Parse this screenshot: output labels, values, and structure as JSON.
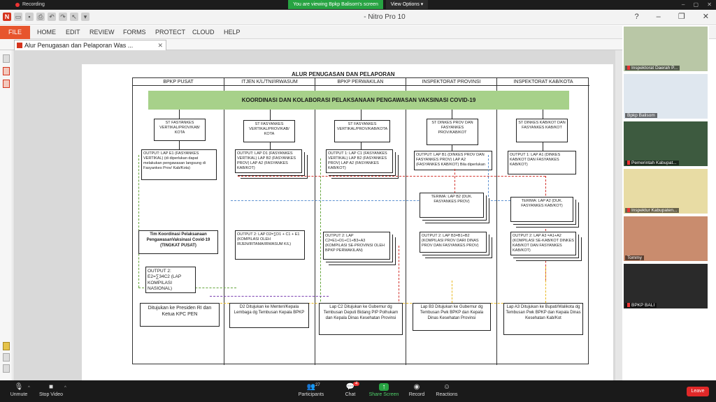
{
  "zoom": {
    "recording": "Recording",
    "banner": "You are viewing Bpkp Balisom's screen",
    "view_options": "View Options ▾",
    "toolbar": {
      "unmute": "Unmute",
      "stop_video": "Stop Video",
      "participants": "Participants",
      "participants_count": "27",
      "chat": "Chat",
      "chat_badge": "4",
      "share_screen": "Share Screen",
      "record": "Record",
      "reactions": "Reactions",
      "leave": "Leave"
    },
    "participants_panel": [
      {
        "name": "Inspektorat Daerah P..."
      },
      {
        "name": "Bpkp Balisom"
      },
      {
        "name": "Pemerintah Kabupat..."
      },
      {
        "name": "Inspektur Kabupaten..."
      },
      {
        "name": "Tommy"
      },
      {
        "name": "BPKP BALI"
      }
    ]
  },
  "app": {
    "title": "- Nitro Pro 10",
    "ribbon": {
      "file": "FILE",
      "tabs": [
        "HOME",
        "EDIT",
        "REVIEW",
        "FORMS",
        "PROTECT",
        "CLOUD",
        "HELP"
      ]
    },
    "doc_tab": "Alur Penugasan dan Pelaporan Was ..."
  },
  "diagram": {
    "title": "ALUR PENUGASAN DAN PELAPORAN",
    "columns": [
      "BPKP PUSAT",
      "ITJEN K/L/TNI/IRWASUM",
      "BPKP PERWAKILAN",
      "INSPEKTORAT PROVINSI",
      "INSPEKTORAT KAB/KOTA"
    ],
    "banner": "KOORDINASI DAN KOLABORASI PELAKSANAAN PENGAWASAN VAKSINASI COVID-19",
    "st": [
      "ST FASYANKES VERTIKAL/PROV/KAB/ KOTA",
      "ST FASYANKES VERTIKAL/PROV/KAB/ KOTA",
      "ST FASYANKES VERTIKAL/PROV/KAB/KOTA",
      "ST DINKES PROV DAN FASYANKES PROV/KAB/KOT",
      "ST DINKES KAB/KOT DAN FASYANKES KAB/KOT"
    ],
    "output1": [
      "OUTPUT: LAP E1 (FASYANKES VERTIKAL) (di diperlukan dapat melakukan pengawasan langsung di Fasyankes Prov/ Kab/Kota)",
      "OUTPUT: LAP D1 (FASYANKES VERTIKAL) LAP B2 (FASYANKES PROV) LAP A2 (FASYANKES KAB/KOT)",
      "OUTPUT 1: LAP C1 (FASYANKES VERTIKAL) LAP B2 (FASYANKES PROV) LAP A2 (FASYANKES KAB/KOT)",
      "OUTPUT: LAP B1 (DINKES PROV DAN FASYANKES PROV) LAP A2 (FASYANKES KAB/KOT) Bila diperlukan",
      "OUTPUT 1: LAP A1 (DINKES KAB/KOT DAN FASYANKES KAB/KOT)"
    ],
    "terima_prov": "TERIMA: LAP B2 (DUK. FASYANKES PROV)",
    "terima_kab": "TERIMA: LAP A2 (DUK. FASYANKES KAB/KOT)",
    "tim": "Tim Koordinasi Pelaksanaan PengawasanVaksinasi Covid-19 (TINGKAT PUSAT)",
    "output2": [
      "OUTPUT 2: E2=∑34C2 (LAP KOMPILASI NASIONAL)",
      "OUTPUT 2: LAP D2=∑D1 + C1 + E1 (KOMPILASI OLEH IRJEN/IRTAMA/IRWASUM K/L)",
      "OUTPUT 2: LAP C2=E1+D1+C1+B3+A3 (KOMPILASI SE-PROVINSI OLEH BPKP PERWAKILAN)",
      "OUTPUT 2: LAP B3=B1+B2 (KOMPILASI PROV DARI DINAS PROV DAN FASYANKES PROV)",
      "OUTPUT 2: LAP A3 =A1+A2 (KOMPILASI SE-KAB/KOT DINKES KAB/KOT DAN FASYANKES KAB/KOT)"
    ],
    "final": [
      "Ditujukan ke Presiden RI dan Ketua KPC PEN",
      "D2 Ditujukan ke Menteri/Kepala Lembaga dg Tembusan Kepala BPKP",
      "Lap C2 Ditujukan ke Gubernur dg Tembusan Deputi Bidang PIP Polhukam dan Kepala Dinas Kesehatan Provinsi",
      "Lap B3 Ditujukan ke Gubernur dg Tembusan Pwk BPKP dan Kepala Dinas Kesehatan Provinsi",
      "Lap A3 Ditujukan ke Bupati/Walikota dg Tembusan Pwk BPKP dan Kepala Dinas Kesehatan Kab/Kot"
    ]
  }
}
